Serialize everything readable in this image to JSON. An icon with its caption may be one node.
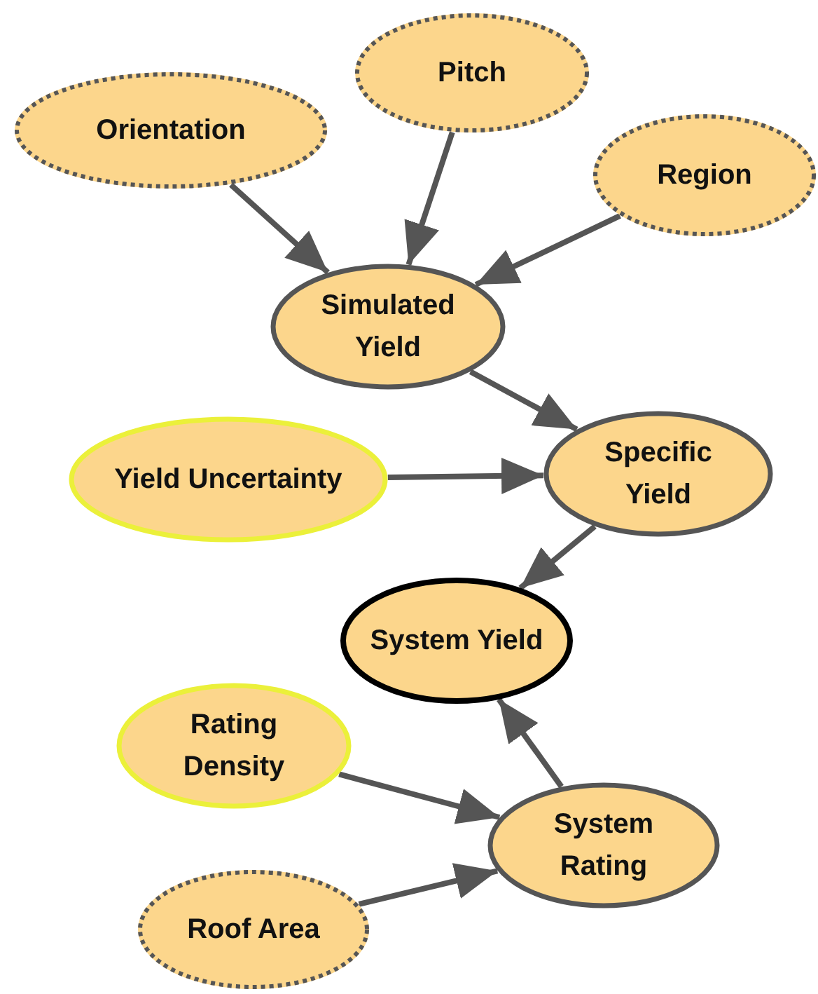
{
  "diagram": {
    "nodes": [
      {
        "text": [
          "Orientation"
        ]
      },
      {
        "text": [
          "Pitch"
        ]
      },
      {
        "text": [
          "Region"
        ]
      },
      {
        "text": [
          "Simulated Yield"
        ]
      },
      {
        "text": [
          "Yield Uncertainty"
        ]
      },
      {
        "text": [
          "Specific Yield"
        ]
      },
      {
        "text": [
          "System Yield"
        ]
      },
      {
        "text": [
          "Rating Density"
        ]
      },
      {
        "text": [
          "System Rating"
        ]
      },
      {
        "text": [
          "Roof Area"
        ]
      }
    ],
    "edges": [
      {
        "from": 0,
        "to": 3,
        "arrow": "to"
      },
      {
        "from": 1,
        "to": 3,
        "arrow": "to"
      },
      {
        "from": 2,
        "to": 3,
        "arrow": "to"
      },
      {
        "from": 3,
        "to": 5,
        "arrow": "to"
      },
      {
        "from": 4,
        "to": 5,
        "arrow": "to"
      },
      {
        "from": 5,
        "to": 6,
        "arrow": "to"
      },
      {
        "from": 8,
        "to": 6,
        "arrow": "to"
      },
      {
        "from": 7,
        "to": 8,
        "arrow": "to"
      },
      {
        "from": 9,
        "to": 8,
        "arrow": "to"
      }
    ]
  }
}
